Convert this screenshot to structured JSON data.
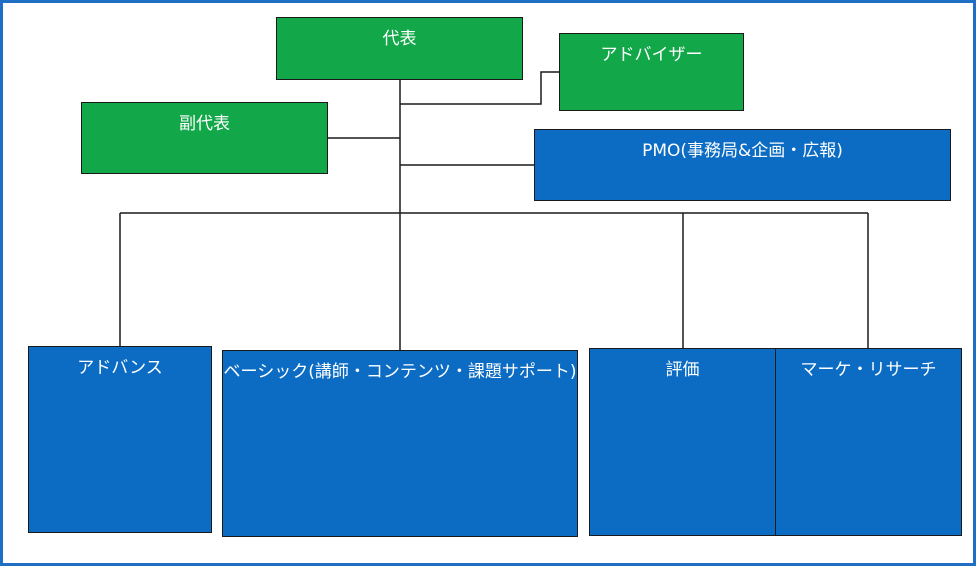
{
  "nodes": {
    "representative": {
      "label": "代表",
      "color": "#12a84a"
    },
    "advisor": {
      "label": "アドバイザー",
      "color": "#12a84a"
    },
    "vice_representative": {
      "label": "副代表",
      "color": "#12a84a"
    },
    "pmo": {
      "label": "PMO(事務局&企画・広報)",
      "color": "#0c6cc4"
    },
    "advance": {
      "label": "アドバンス",
      "color": "#0c6cc4"
    },
    "basic": {
      "label": "ベーシック(講師・コンテンツ・課題サポート)",
      "color": "#0c6cc4"
    },
    "evaluation": {
      "label": "評価",
      "color": "#0c6cc4"
    },
    "marketing": {
      "label": "マーケ・リサーチ",
      "color": "#0c6cc4"
    }
  },
  "frame_color": "#1f6fc5"
}
